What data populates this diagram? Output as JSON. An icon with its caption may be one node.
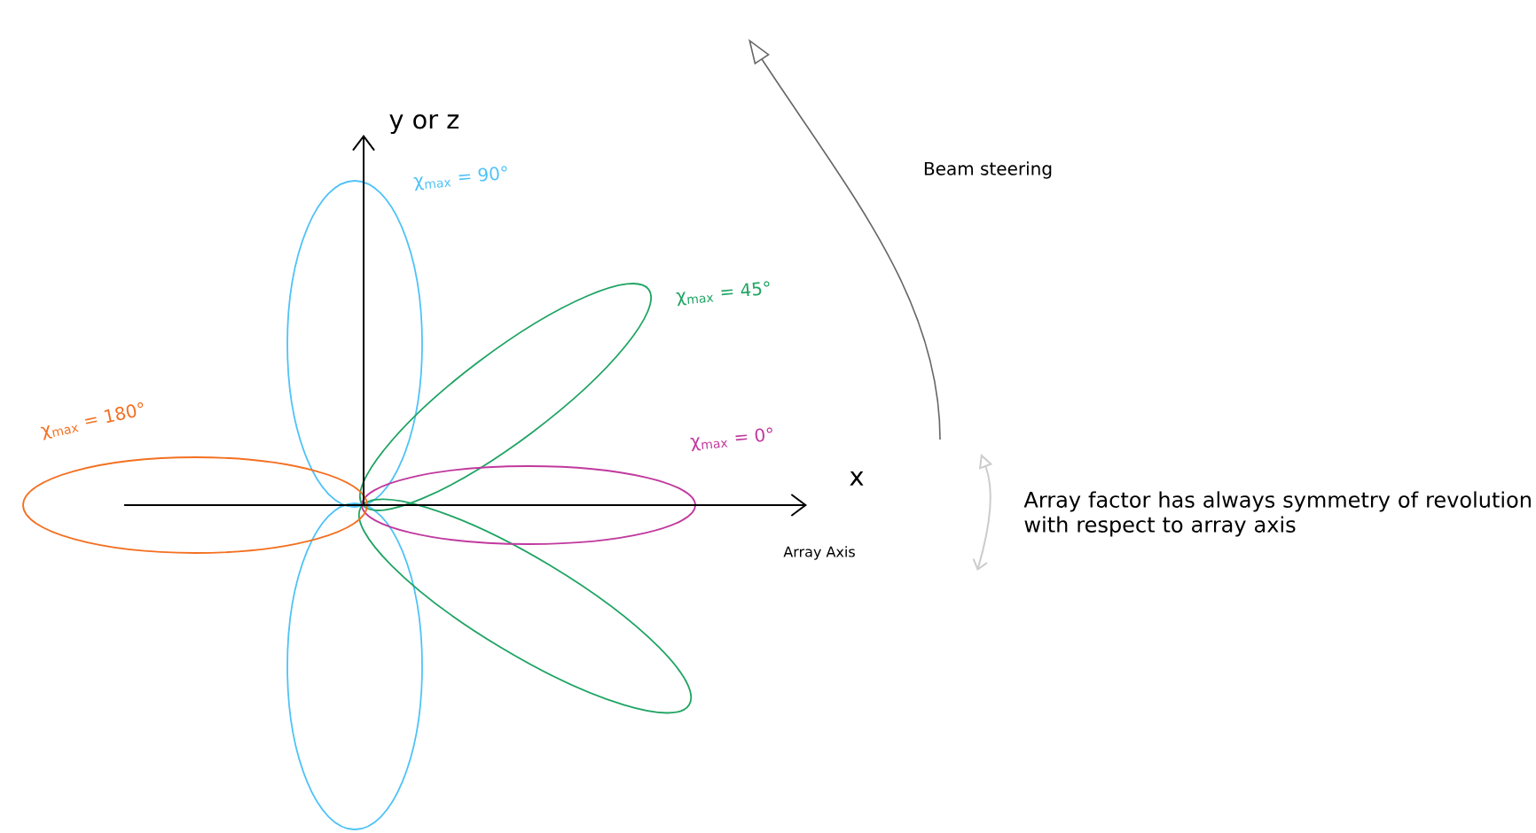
{
  "diagram": {
    "labels": [
      "y or z",
      "χ$_{max}$ = 90°",
      "χ$_{max}$ = 45°",
      "χ$_{max}$ = 180°",
      "χ$_{max}$ = 0°",
      "x",
      "Array Axis",
      "Beam steering",
      "Array factor has always symmetry of revolution with respect to array axis"
    ]
  }
}
